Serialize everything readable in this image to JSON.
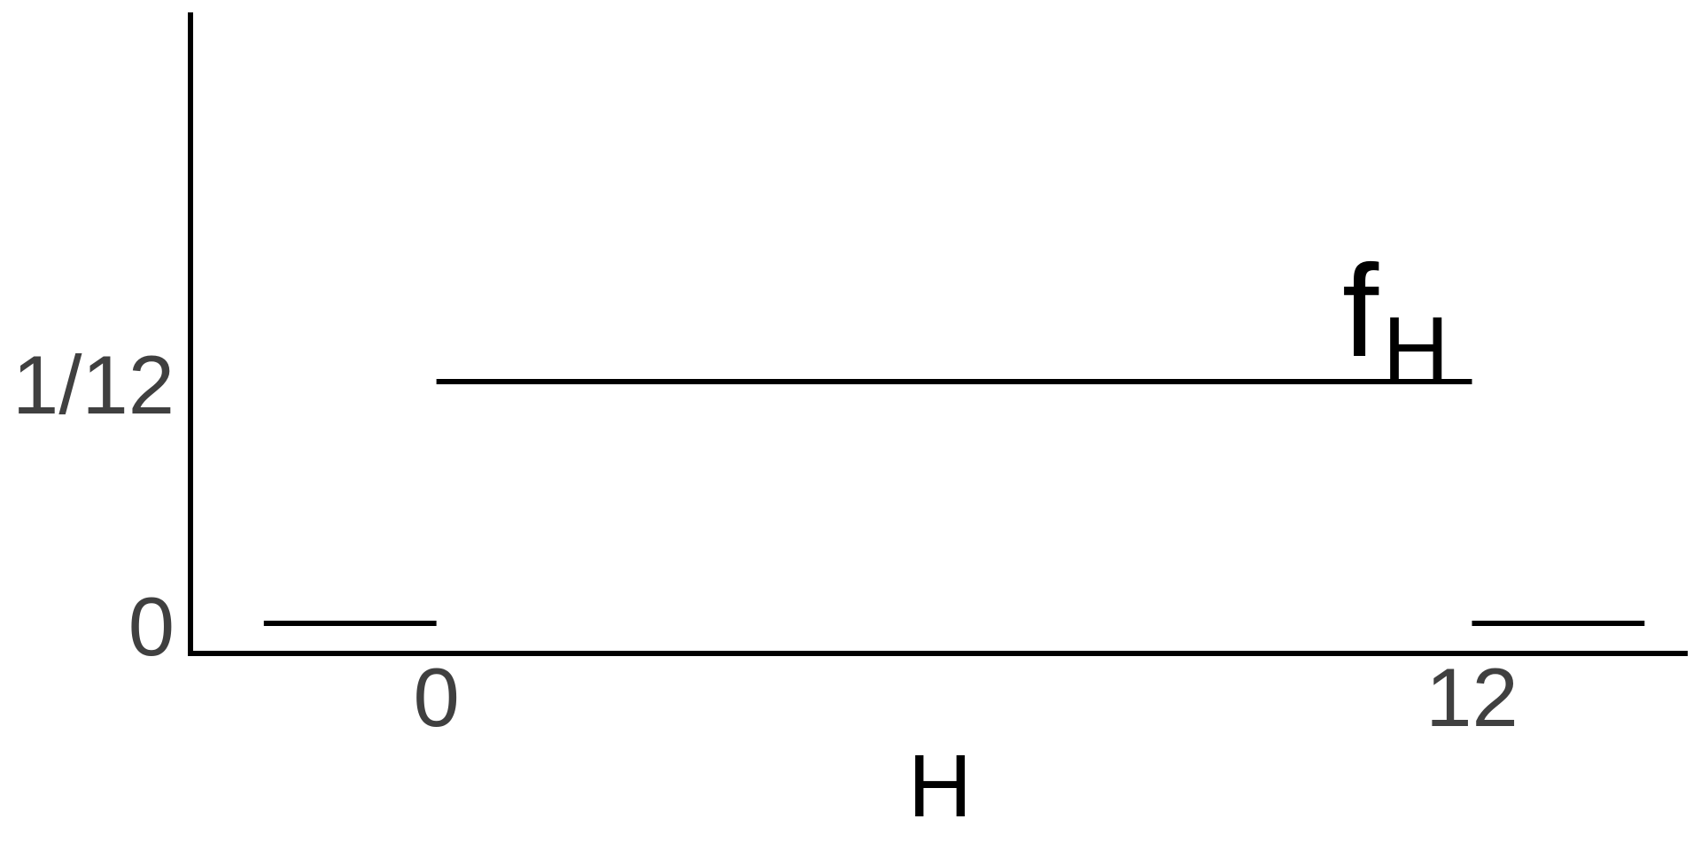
{
  "chart_data": {
    "type": "line",
    "xlabel": "H",
    "function_label": {
      "main": "f",
      "sub": "H"
    },
    "x_ticks": [
      {
        "value": 0,
        "label": "0"
      },
      {
        "value": 12,
        "label": "12"
      }
    ],
    "y_ticks": [
      {
        "value": 0,
        "label": "0"
      },
      {
        "value": 0.0833333,
        "label": "1/12"
      }
    ],
    "segments": [
      {
        "x": [
          -2,
          0
        ],
        "y": [
          0,
          0
        ]
      },
      {
        "x": [
          0,
          12
        ],
        "y": [
          0.0833333,
          0.0833333
        ]
      },
      {
        "x": [
          12,
          14
        ],
        "y": [
          0,
          0
        ]
      }
    ],
    "xlim": [
      -2.85,
      14.5
    ],
    "ylim": [
      0,
      0.0833333
    ],
    "grid": false,
    "colors": {
      "line": "#000000",
      "axis": "#000000",
      "tick_text": "#404040"
    }
  }
}
